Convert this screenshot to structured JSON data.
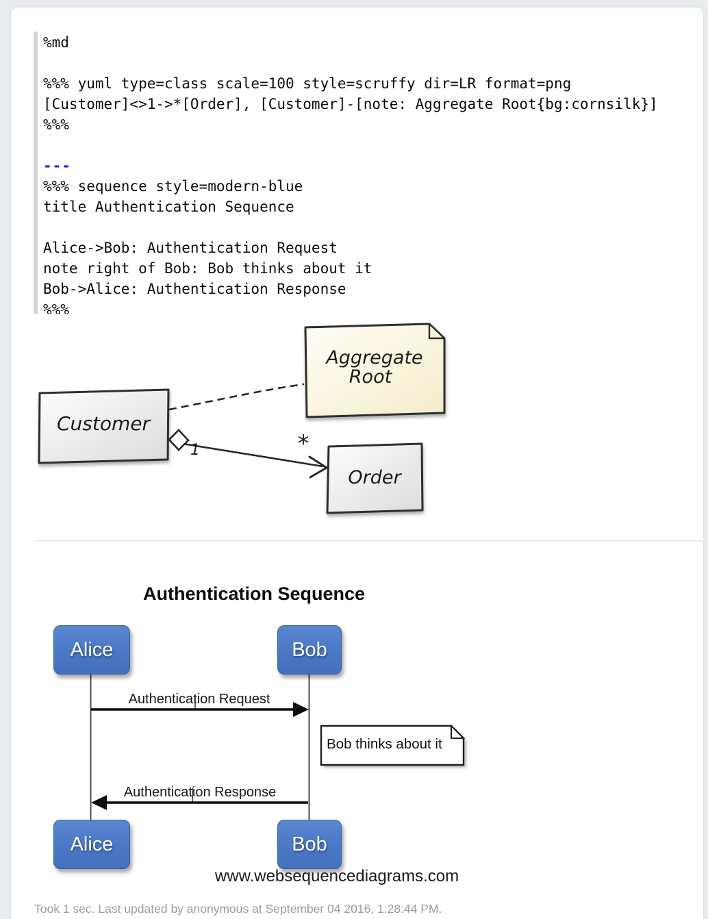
{
  "colors": {
    "page_background": "#e9edf0",
    "card_background": "#ffffff",
    "code_hr_blue": "#1420f2",
    "gutter_gray": "#d4d4d4",
    "divider_gray": "#ececec",
    "actor_blue": "#4a78c5",
    "note_cornsilk": "#f7eecb",
    "class_box_gray": "#e3e3e3",
    "footer_gray": "#9b9b9b"
  },
  "code": {
    "lines": [
      {
        "text": "%md"
      },
      {
        "text": ""
      },
      {
        "text": "%%% yuml type=class scale=100 style=scruffy dir=LR format=png"
      },
      {
        "text": "[Customer]<>1->*[Order], [Customer]-[note: Aggregate Root{bg:cornsilk}]"
      },
      {
        "text": "%%%"
      },
      {
        "text": ""
      },
      {
        "text": "---"
      },
      {
        "text": "%%% sequence style=modern-blue"
      },
      {
        "text": "title Authentication Sequence"
      },
      {
        "text": ""
      },
      {
        "text": "Alice->Bob: Authentication Request"
      },
      {
        "text": "note right of Bob: Bob thinks about it"
      },
      {
        "text": "Bob->Alice: Authentication Response"
      },
      {
        "text": "%%%"
      }
    ]
  },
  "class_diagram": {
    "customer_label": "Customer",
    "order_label": "Order",
    "note_line1": "Aggregate",
    "note_line2": "Root",
    "multiplicity_one": "1",
    "multiplicity_many": "*"
  },
  "sequence_diagram": {
    "title": "Authentication Sequence",
    "actor_alice": "Alice",
    "actor_bob": "Bob",
    "message_request": "Authentication Request",
    "note": "Bob thinks about it",
    "message_response": "Authentication Response",
    "watermark": "www.websequencediagrams.com"
  },
  "footer": {
    "status": "Took 1 sec. Last updated by anonymous at September 04 2016, 1:28:44 PM."
  }
}
